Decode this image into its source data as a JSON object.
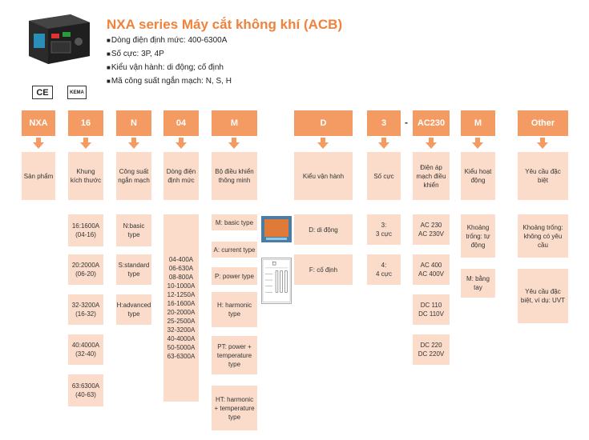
{
  "header": {
    "title": "NXA series Máy cắt không khí (ACB)",
    "bullets": [
      "Dòng điện định mức: 400-6300A",
      "Số cực: 3P, 4P",
      "Kiểu vận hành: di động;  cố định",
      "Mã công suất ngắn mạch: N, S, H"
    ]
  },
  "certs": [
    "CE",
    "KEMA"
  ],
  "columns": [
    {
      "code": "NXA",
      "desc": "Sản phẩm",
      "options": []
    },
    {
      "code": "16",
      "desc": "Khung kích thước",
      "options": [
        "16:1600A (04-16)",
        "20:2000A (06-20)",
        "32-3200A (16-32)",
        "40:4000A (32-40)",
        "63:6300A (40-63)"
      ]
    },
    {
      "code": "N",
      "desc": "Công suất ngắn mạch",
      "options": [
        "N:basic type",
        "S:standard type",
        "H:advanced type"
      ]
    },
    {
      "code": "04",
      "desc": "Dòng điện định mức",
      "options": [
        "04-400A\n06-630A\n08-800A\n10-1000A\n12-1250A\n16-1600A\n20-2000A\n25-2500A\n32-3200A\n40-4000A\n50-5000A\n63-6300A"
      ]
    },
    {
      "code": "M",
      "desc": "Bộ điều khiển thông minh",
      "options": [
        "M: basic type",
        "A: current type",
        "P: power type",
        "H: harmonic type",
        "PT: power + temperature type",
        "HT: harmonic + temperature type"
      ]
    },
    {
      "code": "D",
      "desc": "Kiểu vận hành",
      "options": [
        "D: di động",
        "F: cố định"
      ]
    },
    {
      "code": "3",
      "desc": "Số cực",
      "options": [
        "3:\n3 cực",
        "4:\n4 cực"
      ]
    },
    {
      "code": "AC230",
      "desc": "Điện áp mạch điều khiển",
      "options": [
        "AC 230\nAC 230V",
        "AC 400\nAC 400V",
        "DC 110\nDC 110V",
        "DC 220\nDC 220V"
      ]
    },
    {
      "code": "M",
      "desc": "Kiểu hoạt động",
      "options": [
        "Khoảng trống:  tự động",
        "M: bằng tay"
      ]
    },
    {
      "code": "Other",
      "desc": "Yêu cầu đặc biệt",
      "options": [
        "Khoảng trống: không có yêu cầu",
        "Yêu cầu đặc biệt, ví dụ: UVT"
      ]
    }
  ],
  "separator": "-",
  "colors": {
    "header": "#f49b63",
    "light": "#fbdcca",
    "title": "#f0823c"
  }
}
